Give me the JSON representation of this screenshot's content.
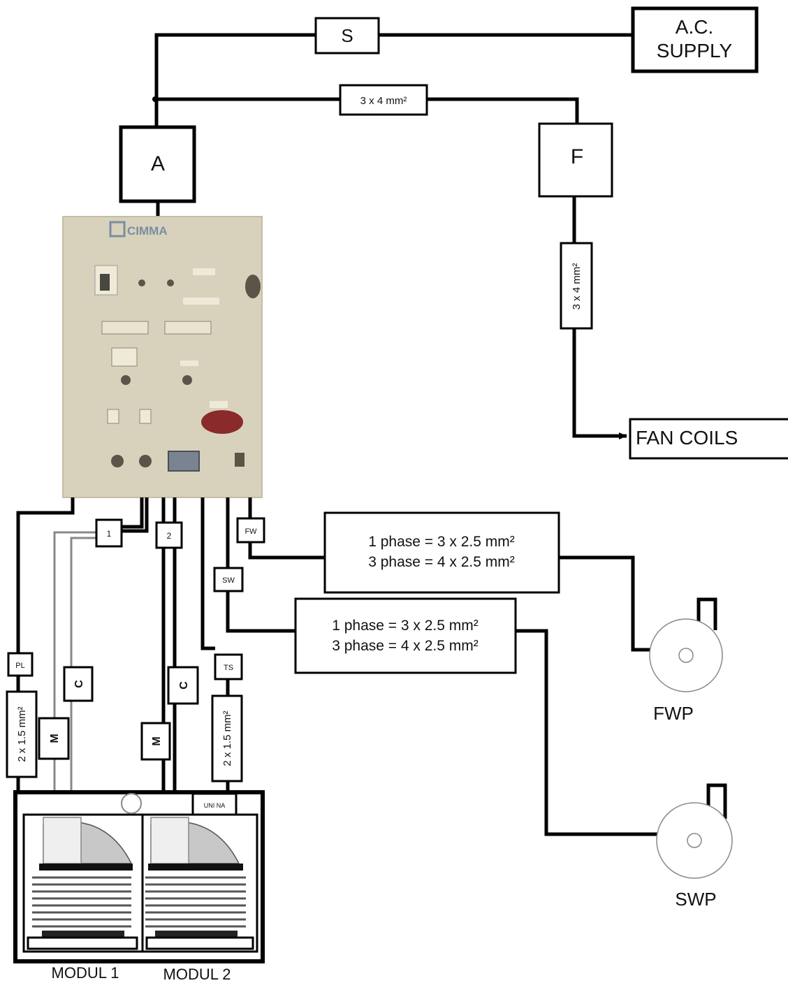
{
  "boxes": {
    "s": "S",
    "ac_supply_line1": "A.C.",
    "ac_supply_line2": "SUPPLY",
    "a": "A",
    "f": "F",
    "fan_coils": "FAN COILS"
  },
  "panel": {
    "brand": "CIMMA"
  },
  "cables": {
    "supply_cable": "3 x 4 mm²",
    "fan_coil_cable": "3 x 4 mm²",
    "fwp_cable_1phase": "1 phase = 3 x 2.5 mm²",
    "fwp_cable_3phase": "3 phase = 4 x 2.5 mm²",
    "swp_cable_1phase": "1 phase = 3 x 2.5 mm²",
    "swp_cable_3phase": "3 phase = 4 x 2.5 mm²",
    "left_sensor_cable": "2 x 1.5 mm²",
    "right_sensor_cable": "2 x 1.5 mm²"
  },
  "tags": {
    "t1": "1",
    "t2": "2",
    "fw": "FW",
    "sw": "SW",
    "pl": "PL",
    "ts": "TS",
    "c1": "C",
    "c2": "C",
    "m1": "M",
    "m2": "M",
    "unit_label": "UNI NA"
  },
  "pumps": {
    "fwp": "FWP",
    "swp": "SWP"
  },
  "modules": {
    "modul1": "MODUL 1",
    "modul2": "MODUL 2"
  },
  "colors": {
    "line": "#000000",
    "panel": "#d8d2bd",
    "panel_dark": "#5a5548",
    "accent_red": "#8a2a2a"
  }
}
